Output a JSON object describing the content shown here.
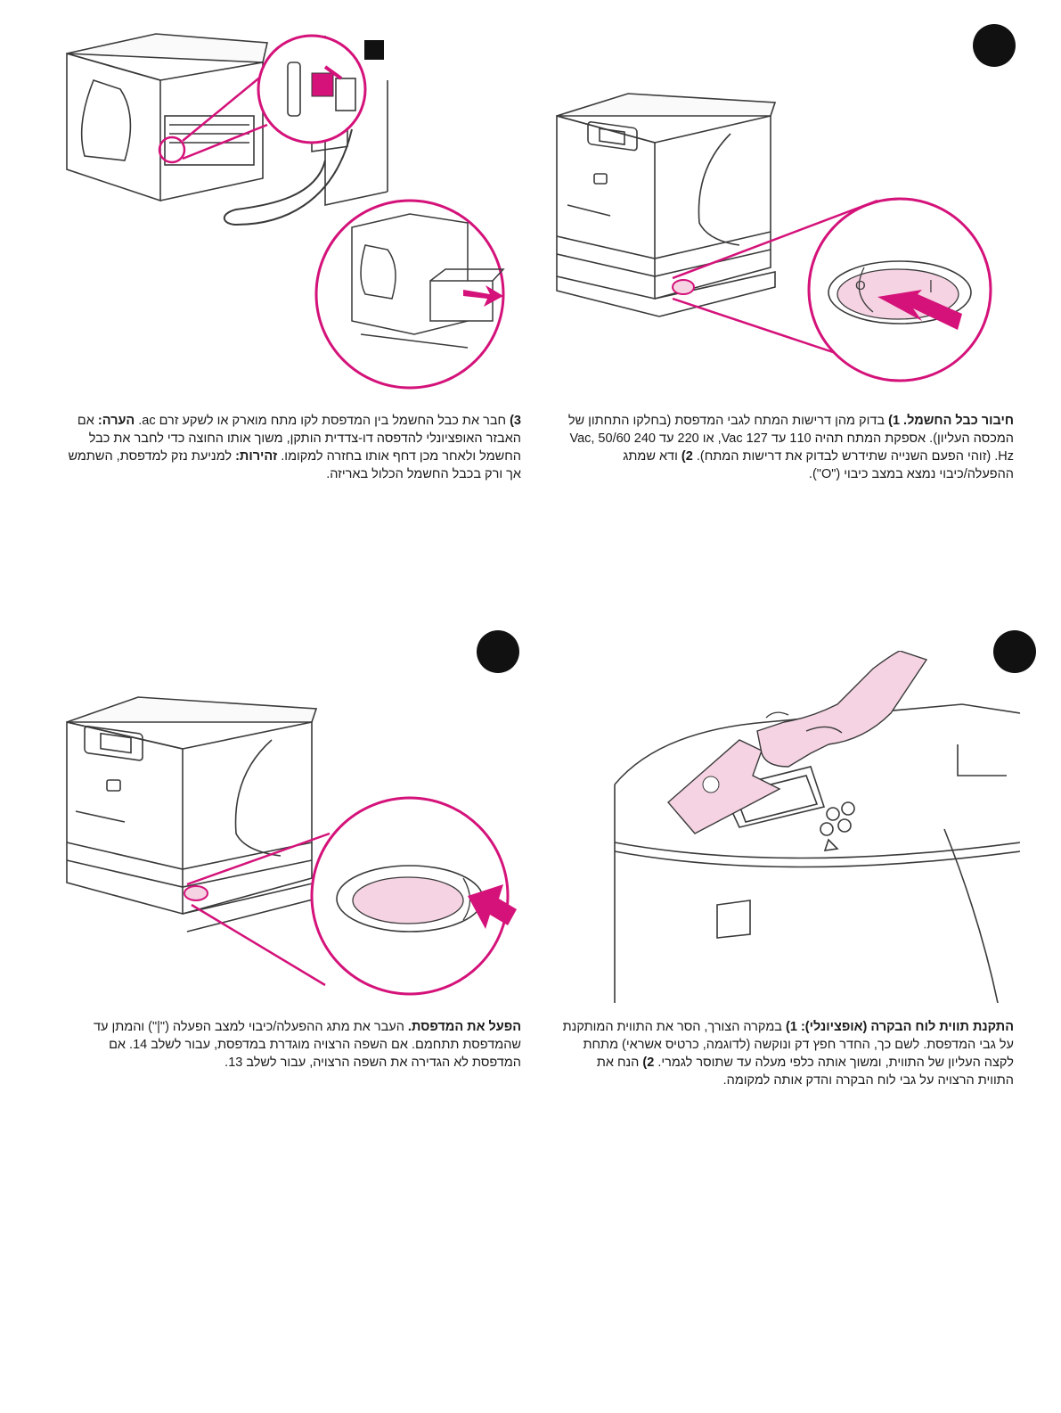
{
  "steps": {
    "power_cord": {
      "title": "חיבור כבל החשמל.",
      "n1": "1)",
      "text1": " בדוק מהן דרישות המתח לגבי המדפסת (בחלקו התחתון של המכסה העליון). אספקת המתח תהיה 110 עד 127 Vac, או 220 עד 240 Vac, 50/60 Hz. (זוהי הפעם השנייה שתידרש לבדוק את דרישות המתח).",
      "n2": "2)",
      "text2": " ודא שמתג ההפעלה/כיבוי נמצא במצב כיבוי (\"O\")."
    },
    "connect_cord": {
      "n3": "3)",
      "text1": " חבר את כבל החשמל בין המדפסת לקו מתח מוארק או לשקע זרם ac. ",
      "note_label": "הערה:",
      "text2": " אם האבזר האופציונלי להדפסה דו-צדדית הותקן, משוך אותו החוצה כדי לחבר את כבל החשמל ולאחר מכן דחף אותו בחזרה למקומו. ",
      "caution_label": "זהירות:",
      "text3": " למניעת נזק למדפסת, השתמש אך ורק בכבל החשמל הכלול באריזה."
    },
    "overlay": {
      "title": "התקנת תווית לוח הבקרה (אופציונלי):",
      "n1": " 1)",
      "text1": " במקרה הצורך, הסר את התווית המותקנת על גבי המדפסת. לשם כך, החדר חפץ דק ונוקשה (לדוגמה, כרטיס אשראי) מתחת לקצה העליון של התווית, ומשוך אותה כלפי מעלה עד שתוסר לגמרי.",
      "n2": " 2)",
      "text2": " הנח את התווית הרצויה על גבי לוח הבקרה והדק אותה למקומה."
    },
    "turn_on": {
      "title": "הפעל את המדפסת.",
      "text1": " העבר את מתג ההפעלה/כיבוי למצב הפעלה (\"|\") והמתן עד שהמדפסת תתחמם. אם השפה הרצויה מוגדרת במדפסת, עבור לשלב 14. אם המדפסת לא הגדירה את השפה הרצויה, עבור לשלב 13."
    }
  },
  "switch_labels": {
    "off": "O",
    "on": "|"
  },
  "colors": {
    "accent": "#d4127a",
    "ink": "#111111",
    "pink_fill": "#f5d3e2",
    "line": "#3a3a3a"
  }
}
